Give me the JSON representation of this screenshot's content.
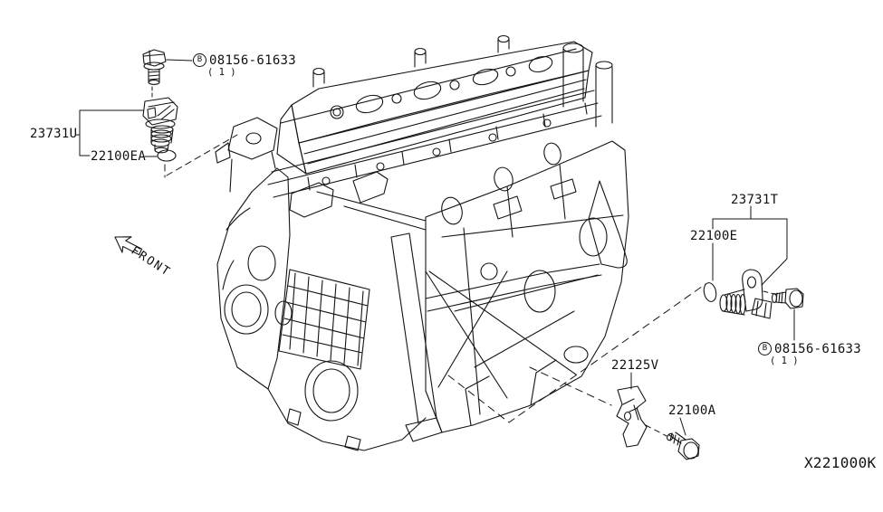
{
  "drawing": {
    "code": "X221000K",
    "front_arrow": "FRONT"
  },
  "callouts": {
    "left_group": {
      "part_number": "23731U"
    },
    "left_oring": {
      "part_number": "22100EA"
    },
    "left_bolt": {
      "prefix": "B",
      "part_number": "08156-61633",
      "qty": "( 1 )"
    },
    "right_group": {
      "part_number": "23731T"
    },
    "right_oring": {
      "part_number": "22100E"
    },
    "right_bolt": {
      "prefix": "B",
      "part_number": "08156-61633",
      "qty": "( 1 )"
    },
    "bracket": {
      "part_number": "22125V"
    },
    "bracket_bolt": {
      "part_number": "22100A"
    }
  }
}
